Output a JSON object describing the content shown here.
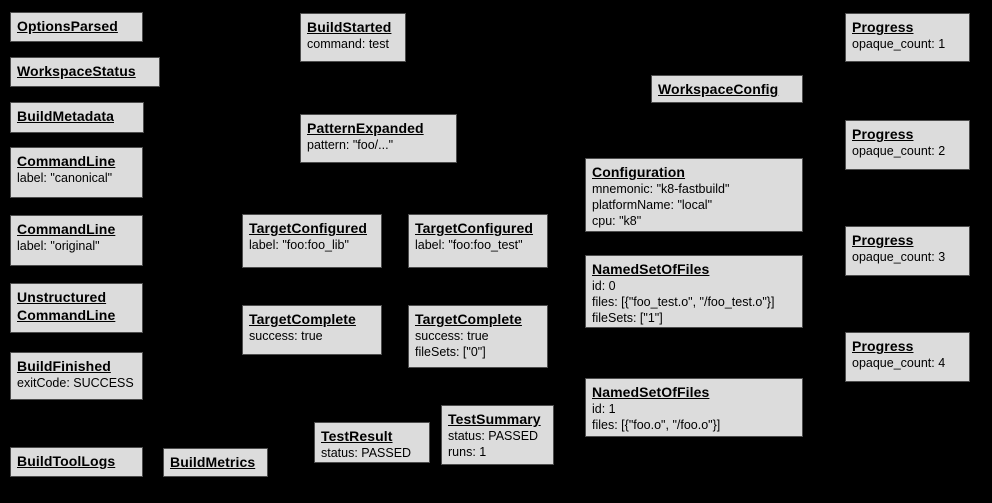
{
  "diagram": {
    "description": "Build event protocol graph",
    "background_color": "#000000",
    "box_fill_color": "#dcdcdc",
    "box_border_color": "#4d4d4d",
    "text_color": "#000000"
  },
  "boxes": [
    {
      "title": "OptionsParsed",
      "details": []
    },
    {
      "title": "WorkspaceStatus",
      "details": []
    },
    {
      "title": "BuildMetadata",
      "details": []
    },
    {
      "title": "CommandLine",
      "details": [
        "label: \"canonical\""
      ]
    },
    {
      "title": "CommandLine",
      "details": [
        "label: \"original\""
      ]
    },
    {
      "title": "Unstructured CommandLine",
      "details": []
    },
    {
      "title": "BuildFinished",
      "details": [
        "exitCode: SUCCESS"
      ]
    },
    {
      "title": "BuildToolLogs",
      "details": []
    },
    {
      "title": "BuildMetrics",
      "details": []
    },
    {
      "title": "BuildStarted",
      "details": [
        "command: test"
      ]
    },
    {
      "title": "PatternExpanded",
      "details": [
        "pattern: \"foo/...\""
      ]
    },
    {
      "title": "TargetConfigured",
      "details": [
        "label: \"foo:foo_lib\""
      ]
    },
    {
      "title": "TargetConfigured",
      "details": [
        "label: \"foo:foo_test\""
      ]
    },
    {
      "title": "TargetComplete",
      "details": [
        "success: true"
      ]
    },
    {
      "title": "TargetComplete",
      "details": [
        "success: true",
        "fileSets: [\"0\"]"
      ]
    },
    {
      "title": "TestResult",
      "details": [
        "status: PASSED"
      ]
    },
    {
      "title": "TestSummary",
      "details": [
        "status: PASSED",
        "runs: 1"
      ]
    },
    {
      "title": "WorkspaceConfig",
      "details": []
    },
    {
      "title": "Configuration",
      "details": [
        "mnemonic: \"k8-fastbuild\"",
        "platformName: \"local\"",
        "cpu: \"k8\""
      ]
    },
    {
      "title": "NamedSetOfFiles",
      "details": [
        "id: 0",
        "files: [{\"foo_test.o\", \"/foo_test.o\"}]",
        "fileSets: [\"1\"]"
      ]
    },
    {
      "title": "NamedSetOfFiles",
      "details": [
        "id: 1",
        "files: [{\"foo.o\", \"/foo.o\"}]"
      ]
    },
    {
      "title": "Progress",
      "details": [
        "opaque_count: 1"
      ]
    },
    {
      "title": "Progress",
      "details": [
        "opaque_count: 2"
      ]
    },
    {
      "title": "Progress",
      "details": [
        "opaque_count: 3"
      ]
    },
    {
      "title": "Progress",
      "details": [
        "opaque_count: 4"
      ]
    }
  ]
}
